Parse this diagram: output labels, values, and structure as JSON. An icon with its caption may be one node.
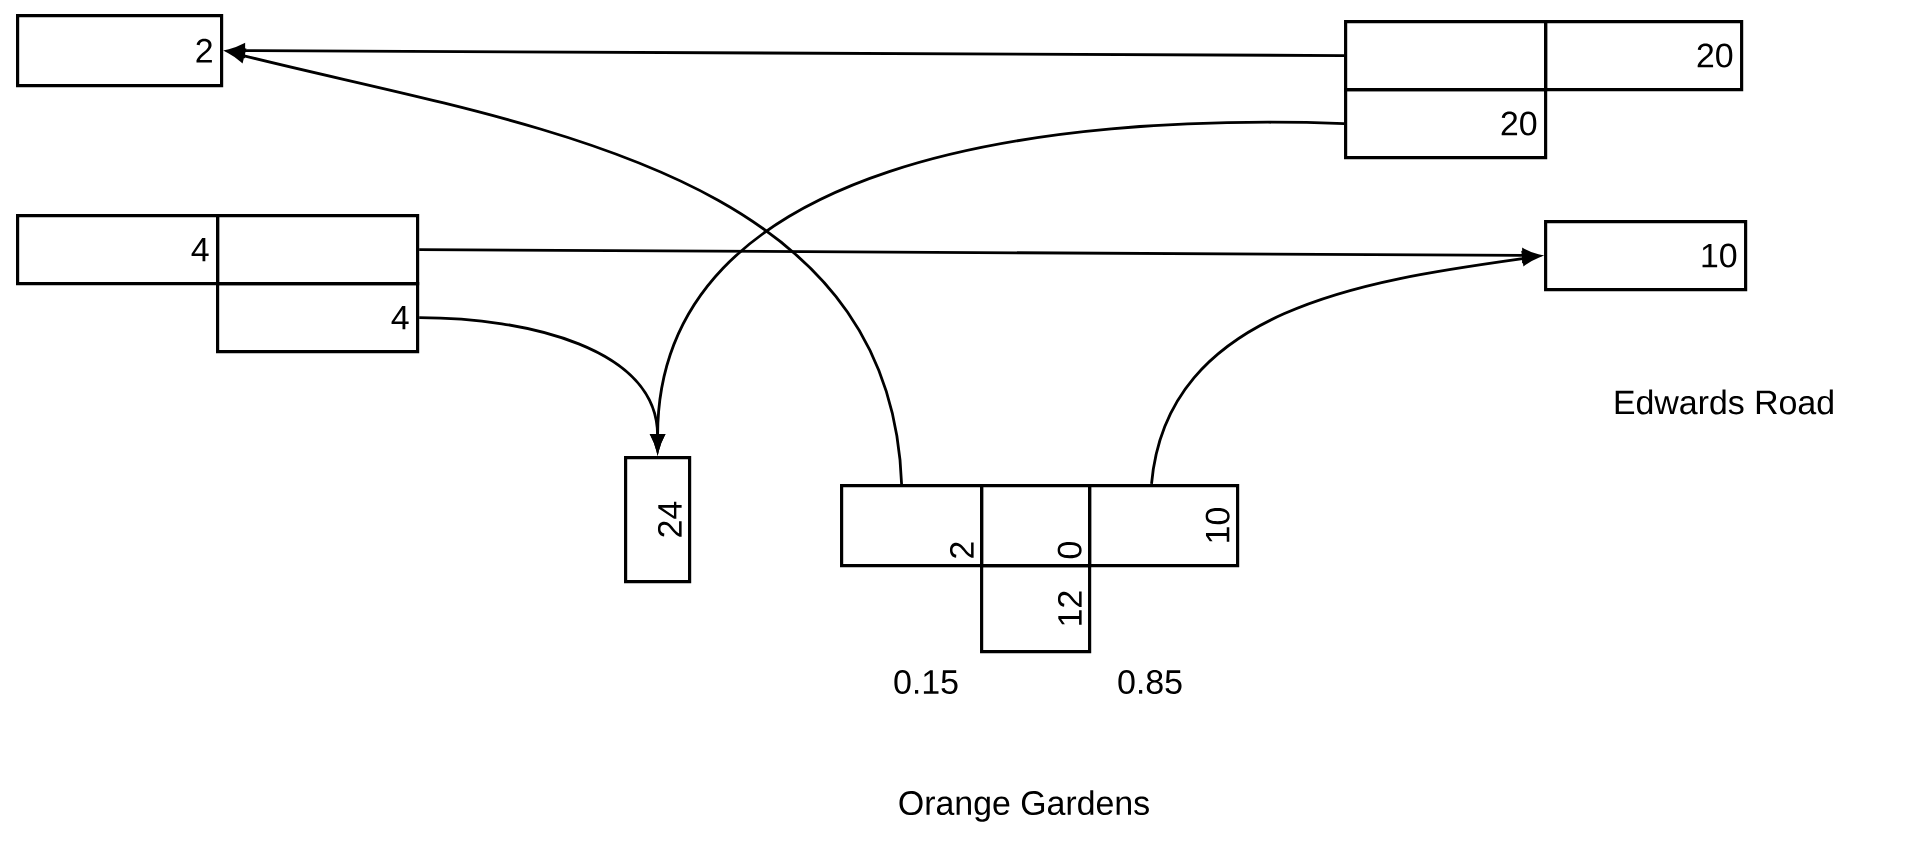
{
  "diagram": {
    "nodes": [
      {
        "text": [
          "2"
        ]
      },
      {
        "text": [
          "4"
        ]
      },
      {
        "text": [],
        "shape": "box"
      },
      {
        "text": [
          "4"
        ]
      },
      {
        "text": [],
        "shape": "box"
      },
      {
        "text": [
          "20"
        ]
      },
      {
        "text": [
          "20"
        ]
      },
      {
        "text": [
          "10"
        ]
      },
      {
        "text": [
          "24"
        ]
      },
      {
        "text": [
          "2"
        ]
      },
      {
        "text": [
          "0"
        ]
      },
      {
        "text": [
          "10"
        ]
      },
      {
        "text": [
          "12"
        ]
      }
    ],
    "edges": [
      {
        "from": 4,
        "to": 0,
        "arrow": "to"
      },
      {
        "from": 9,
        "to": 0,
        "arrow": "to"
      },
      {
        "from": 2,
        "to": 7,
        "arrow": "to"
      },
      {
        "from": 11,
        "to": 7,
        "arrow": "to"
      },
      {
        "from": 3,
        "to": 8,
        "arrow": "to"
      },
      {
        "from": 6,
        "to": 8,
        "arrow": "to"
      }
    ],
    "labels": [
      "Edwards Road",
      "0.15",
      "0.85",
      "Orange Gardens"
    ]
  }
}
